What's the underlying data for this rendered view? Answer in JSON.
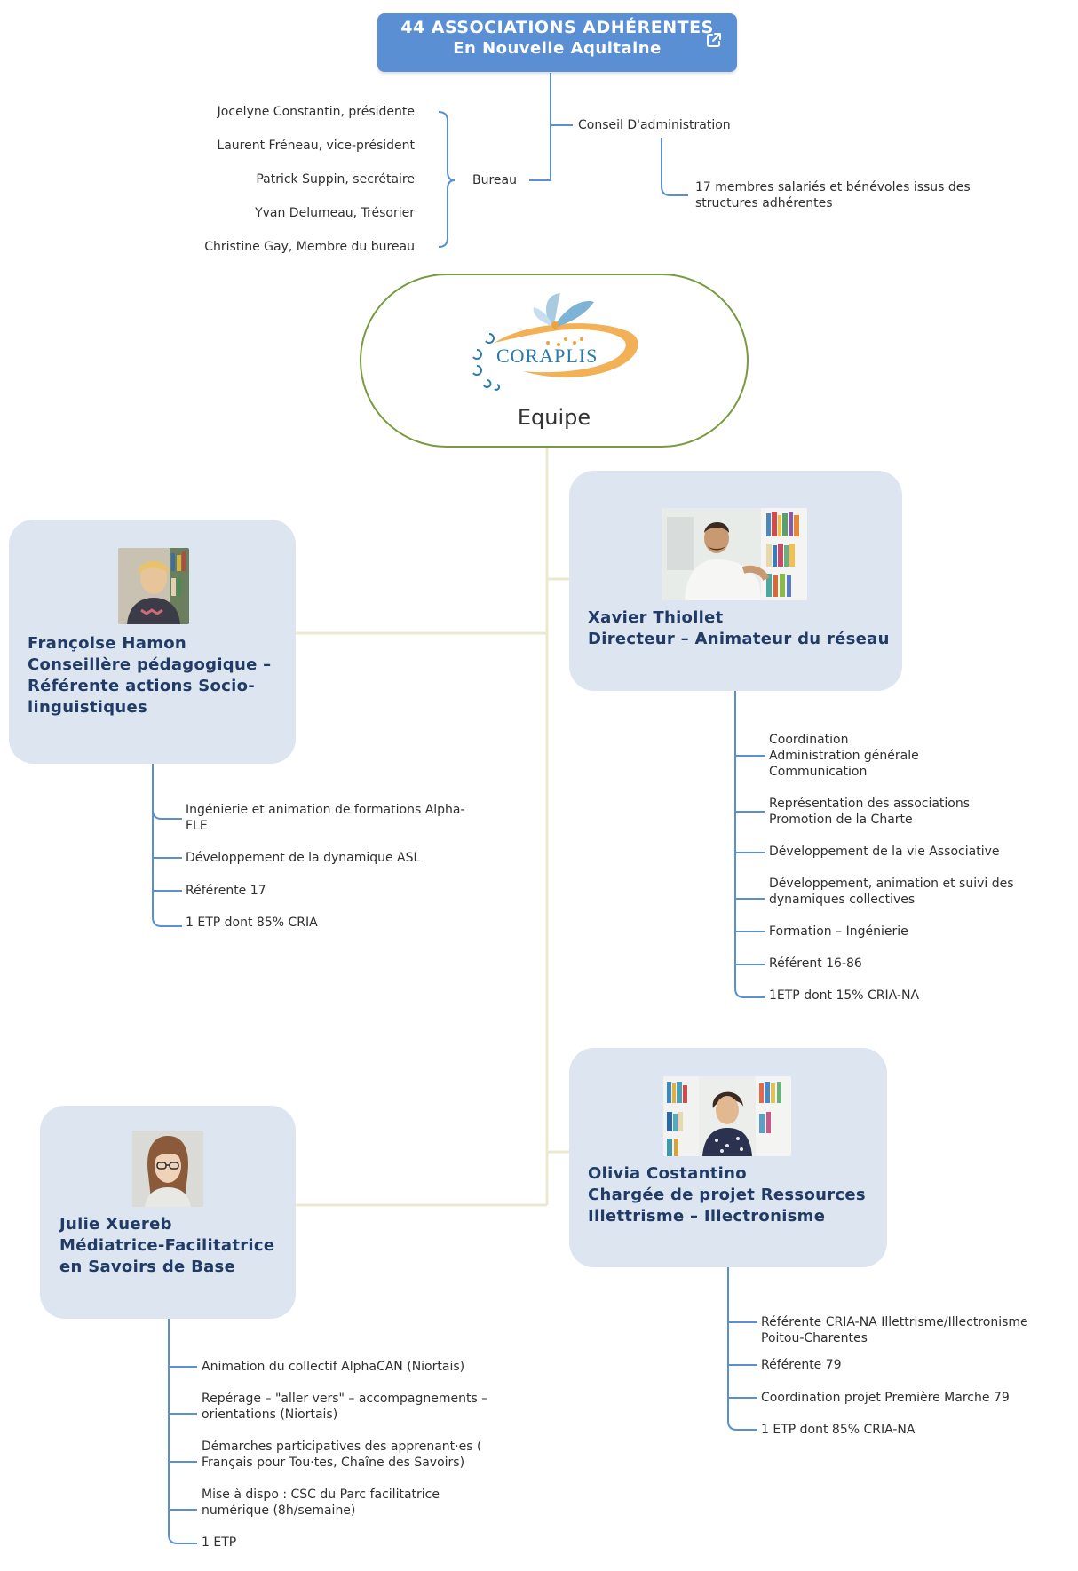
{
  "root": {
    "line1": "44 ASSOCIATIONS ADHÉRENTES",
    "line2": "En Nouvelle Aquitaine",
    "icon": "external-link-icon"
  },
  "board": {
    "conseil_label": "Conseil D'administration",
    "conseil_detail": "17 membres salariés et bénévoles issus des\nstructures adhérentes",
    "bureau_label": "Bureau",
    "bureau_members": [
      "Jocelyne Constantin, présidente",
      "Laurent Fréneau, vice-président",
      "Patrick Suppin, secrétaire",
      "Yvan Delumeau, Trésorier",
      "Christine Gay, Membre du bureau"
    ]
  },
  "center": {
    "logo_text": "CORAPLIS",
    "title": "Equipe"
  },
  "team": [
    {
      "name": "Françoise Hamon\nConseillère pédagogique –\nRéférente actions Socio-\nlinguistiques",
      "tasks": [
        "Ingénierie et animation de formations Alpha-\nFLE",
        "Développement de la dynamique ASL",
        "Référente 17",
        "1 ETP dont 85% CRIA"
      ]
    },
    {
      "name": "Xavier Thiollet\nDirecteur – Animateur du réseau",
      "tasks": [
        "Coordination\nAdministration générale\nCommunication",
        "Représentation des associations\nPromotion de la Charte",
        "Développement de la vie Associative",
        "Développement, animation et suivi des\ndynamiques collectives",
        "Formation – Ingénierie",
        "Référent 16-86",
        "1ETP dont 15% CRIA-NA"
      ]
    },
    {
      "name": "Julie Xuereb\nMédiatrice-Facilitatrice\nen Savoirs de Base",
      "tasks": [
        "Animation du collectif AlphaCAN (Niortais)",
        "Repérage – \"aller vers\" – accompagnements –\norientations (Niortais)",
        "Démarches participatives des apprenant·es (\nFrançais pour Tou·tes, Chaîne des Savoirs)",
        "Mise à dispo : CSC du Parc facilitatrice\nnumérique (8h/semaine)",
        "1 ETP"
      ]
    },
    {
      "name": "Olivia Costantino\nChargée de projet Ressources\nIllettrisme – Illectronisme",
      "tasks": [
        "Référente CRIA-NA Illettrisme/Illectronisme\nPoitou-Charentes",
        "Référente 79",
        "Coordination projet Première Marche 79",
        "1 ETP dont 85% CRIA-NA"
      ]
    }
  ],
  "colors": {
    "root_bg": "#5b8fd3",
    "branch_blue": "#5a8fd2",
    "trunk": "#ebe8cf",
    "center_border": "#7a9a3e",
    "card_bg": "#dde5f0",
    "card_text": "#1f3b66"
  }
}
